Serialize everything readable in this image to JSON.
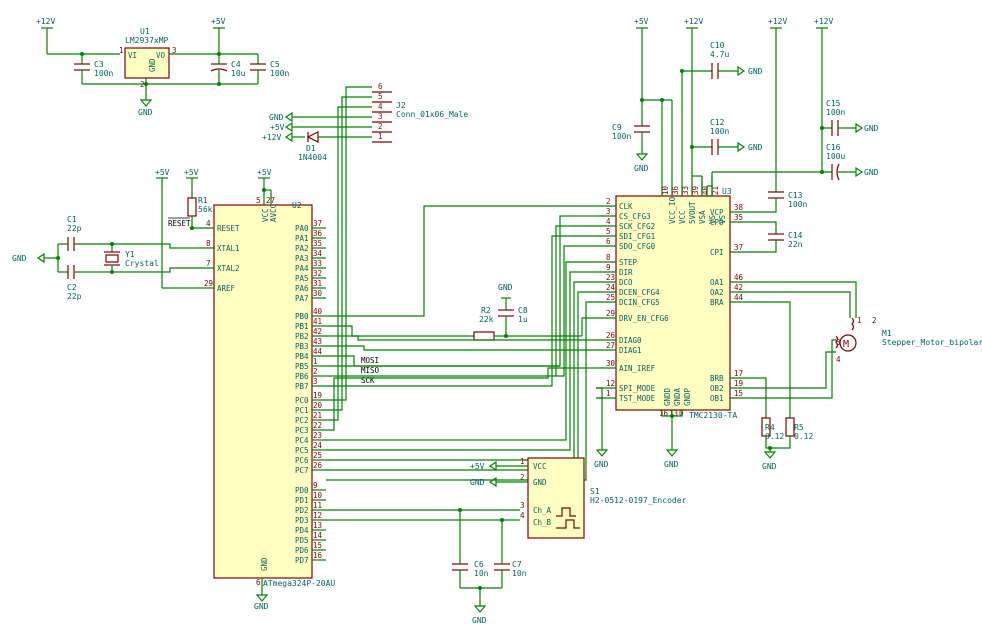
{
  "power": {
    "p12v": "+12V",
    "p5v": "+5V",
    "gnd": "GND"
  },
  "u1": {
    "ref": "U1",
    "value": "LM2937xMP",
    "vi": "VI",
    "vo": "VO",
    "gnd": "GND",
    "pin1": "1",
    "pin2": "2",
    "pin3": "3"
  },
  "caps": {
    "c1": {
      "ref": "C1",
      "value": "22p"
    },
    "c2": {
      "ref": "C2",
      "value": "22p"
    },
    "c3": {
      "ref": "C3",
      "value": "100n"
    },
    "c4": {
      "ref": "C4",
      "value": "10u"
    },
    "c5": {
      "ref": "C5",
      "value": "100n"
    },
    "c6": {
      "ref": "C6",
      "value": "10n"
    },
    "c7": {
      "ref": "C7",
      "value": "10n"
    },
    "c8": {
      "ref": "C8",
      "value": "1u"
    },
    "c9": {
      "ref": "C9",
      "value": "100n"
    },
    "c10": {
      "ref": "C10",
      "value": "4.7u"
    },
    "c12": {
      "ref": "C12",
      "value": "100n"
    },
    "c13": {
      "ref": "C13",
      "value": "100n"
    },
    "c14": {
      "ref": "C14",
      "value": "22n"
    },
    "c15": {
      "ref": "C15",
      "value": "100n"
    },
    "c16": {
      "ref": "C16",
      "value": "100u"
    }
  },
  "res": {
    "r1": {
      "ref": "R1",
      "value": "56k"
    },
    "r2": {
      "ref": "R2",
      "value": "22k"
    },
    "r4": {
      "ref": "R4",
      "value": "0.12"
    },
    "r5": {
      "ref": "R5",
      "value": "0.12"
    }
  },
  "y1": {
    "ref": "Y1",
    "value": "Crystal"
  },
  "d1": {
    "ref": "D1",
    "value": "1N4004"
  },
  "j2": {
    "ref": "J2",
    "value": "Conn_01x06_Male",
    "pins": [
      "6",
      "5",
      "4",
      "3",
      "2",
      "1"
    ]
  },
  "u2": {
    "ref": "U2",
    "value": "ATmega324P-20AU",
    "reset_label": "RESET",
    "vcc": "VCC",
    "avcc": "AVCC",
    "gnd": "GND",
    "left_pins": [
      {
        "num": "4",
        "name": "RESET"
      },
      {
        "num": "8",
        "name": "XTAL1"
      },
      {
        "num": "7",
        "name": "XTAL2"
      },
      {
        "num": "29",
        "name": "AREF"
      }
    ],
    "top_pins": [
      "5",
      "27"
    ],
    "bottom_pin": "6",
    "right_pins": [
      {
        "num": "37",
        "name": "PA0"
      },
      {
        "num": "36",
        "name": "PA1"
      },
      {
        "num": "35",
        "name": "PA2"
      },
      {
        "num": "34",
        "name": "PA3"
      },
      {
        "num": "33",
        "name": "PA4"
      },
      {
        "num": "32",
        "name": "PA5"
      },
      {
        "num": "31",
        "name": "PA6"
      },
      {
        "num": "30",
        "name": "PA7"
      },
      {
        "num": "40",
        "name": "PB0"
      },
      {
        "num": "41",
        "name": "PB1"
      },
      {
        "num": "42",
        "name": "PB2"
      },
      {
        "num": "43",
        "name": "PB3"
      },
      {
        "num": "44",
        "name": "PB4"
      },
      {
        "num": "1",
        "name": "PB5"
      },
      {
        "num": "2",
        "name": "PB6"
      },
      {
        "num": "3",
        "name": "PB7"
      },
      {
        "num": "19",
        "name": "PC0"
      },
      {
        "num": "20",
        "name": "PC1"
      },
      {
        "num": "21",
        "name": "PC2"
      },
      {
        "num": "22",
        "name": "PC3"
      },
      {
        "num": "23",
        "name": "PC4"
      },
      {
        "num": "24",
        "name": "PC5"
      },
      {
        "num": "25",
        "name": "PC6"
      },
      {
        "num": "26",
        "name": "PC7"
      },
      {
        "num": "9",
        "name": "PD0"
      },
      {
        "num": "10",
        "name": "PD1"
      },
      {
        "num": "11",
        "name": "PD2"
      },
      {
        "num": "12",
        "name": "PD3"
      },
      {
        "num": "13",
        "name": "PD4"
      },
      {
        "num": "14",
        "name": "PD5"
      },
      {
        "num": "15",
        "name": "PD6"
      },
      {
        "num": "16",
        "name": "PD7"
      }
    ]
  },
  "nets": {
    "mosi": "MOSI",
    "miso": "MISO",
    "sck": "SCK"
  },
  "u3": {
    "ref": "U3",
    "value": "TMC2130-TA",
    "top_pins": [
      {
        "num": "10",
        "name": "VCC_IO"
      },
      {
        "num": "36",
        "name": "VCC"
      },
      {
        "num": "33",
        "name": "5VOUT"
      },
      {
        "num": "39",
        "name": "VSA"
      },
      {
        "num": "40",
        "name": "VS"
      },
      {
        "num": "21",
        "name": "VS"
      }
    ],
    "left_pins": [
      {
        "num": "2",
        "name": "CLK"
      },
      {
        "num": "3",
        "name": "CS_CFG3"
      },
      {
        "num": "4",
        "name": "SCK_CFG2"
      },
      {
        "num": "5",
        "name": "SDI_CFG1"
      },
      {
        "num": "6",
        "name": "SDO_CFG0"
      },
      {
        "num": "8",
        "name": "STEP"
      },
      {
        "num": "9",
        "name": "DIR"
      },
      {
        "num": "23",
        "name": "DCO"
      },
      {
        "num": "24",
        "name": "DCEN_CFG4"
      },
      {
        "num": "25",
        "name": "DCIN_CFG5"
      },
      {
        "num": "29",
        "name": "DRV_EN_CFG6"
      },
      {
        "num": "26",
        "name": "DIAG0"
      },
      {
        "num": "27",
        "name": "DIAG1"
      },
      {
        "num": "30",
        "name": "AIN_IREF"
      },
      {
        "num": "12",
        "name": "SPI_MODE"
      },
      {
        "num": "1",
        "name": "TST_MODE"
      }
    ],
    "right_pins": [
      {
        "num": "38",
        "name": "VCP"
      },
      {
        "num": "35",
        "name": "CPO"
      },
      {
        "num": "37",
        "name": "CPI"
      },
      {
        "num": "46",
        "name": "OA1"
      },
      {
        "num": "42",
        "name": "OA2"
      },
      {
        "num": "44",
        "name": "BRA"
      },
      {
        "num": "17",
        "name": "BRB"
      },
      {
        "num": "19",
        "name": "OB2"
      },
      {
        "num": "15",
        "name": "OB1"
      }
    ],
    "bottom_pins": [
      {
        "num": "16",
        "name": "GNDD"
      },
      {
        "num": "13",
        "name": "GNDA"
      },
      {
        "num": "0",
        "name": "GNDP"
      }
    ]
  },
  "s1": {
    "ref": "S1",
    "value": "H2-0512-0197_Encoder",
    "pins": [
      {
        "num": "1",
        "name": "VCC"
      },
      {
        "num": "2",
        "name": "GND"
      },
      {
        "num": "3",
        "name": "Ch_A"
      },
      {
        "num": "4",
        "name": "Ch_B"
      }
    ]
  },
  "m1": {
    "ref": "M1",
    "value": "Stepper_Motor_bipolar",
    "pins": [
      "1",
      "2",
      "3",
      "4"
    ]
  }
}
